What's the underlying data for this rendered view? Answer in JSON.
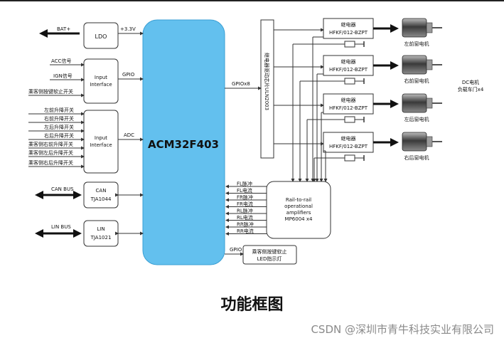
{
  "inputs": {
    "bat": "BAT+",
    "acc": "ACC信号",
    "ign": "IGN信号",
    "seat_btn": "乘客侧按键软止开关",
    "switches": [
      "左前升降开关",
      "右前升降开关",
      "左后升降开关",
      "右后升降开关",
      "乘客侧右前升降开关",
      "乘客侧左后升降开关",
      "乘客侧右后升降开关"
    ],
    "can_bus": "CAN BUS",
    "lin_bus": "LIN BUS"
  },
  "blocks": {
    "ldo": "LDO",
    "ldo_out": "+3.3V",
    "input_if1": [
      "Input",
      "Interface"
    ],
    "input_if1_out": "GPIO",
    "input_if2": [
      "Input",
      "Interface"
    ],
    "input_if2_out": "ADC",
    "can": [
      "CAN",
      "TJA1044"
    ],
    "lin": [
      "LIN",
      "TJA1021"
    ],
    "mcu": "ACM32F403",
    "gpio_x8": "GPIOx8",
    "driver": "继电器驱动芯片ULN2003",
    "relay_title": "继电器",
    "relay_part": "HFKF/012-BZPT",
    "opamp": [
      "Rail-to-rail",
      "operational",
      "amplifiers",
      "MP6004 x4"
    ],
    "gpio_led": "GPIO",
    "led": [
      "乘客侧按键软止",
      "LED指示灯"
    ]
  },
  "feedback_signals": [
    "FL脉冲",
    "FL电流",
    "FR脉冲",
    "FR电流",
    "RL脉冲",
    "RL电流",
    "RR脉冲",
    "RR电流"
  ],
  "motors": [
    "左前窗电机",
    "右前窗电机",
    "左后窗电机",
    "右后窗电机"
  ],
  "motor_note": [
    "DC电机",
    "负载车门x4"
  ],
  "caption": "功能框图",
  "watermark": "CSDN @深圳市青牛科技实业有限公司",
  "colors": {
    "mcu": "#63c0ee",
    "stroke": "#333333",
    "arrow": "#111111"
  }
}
